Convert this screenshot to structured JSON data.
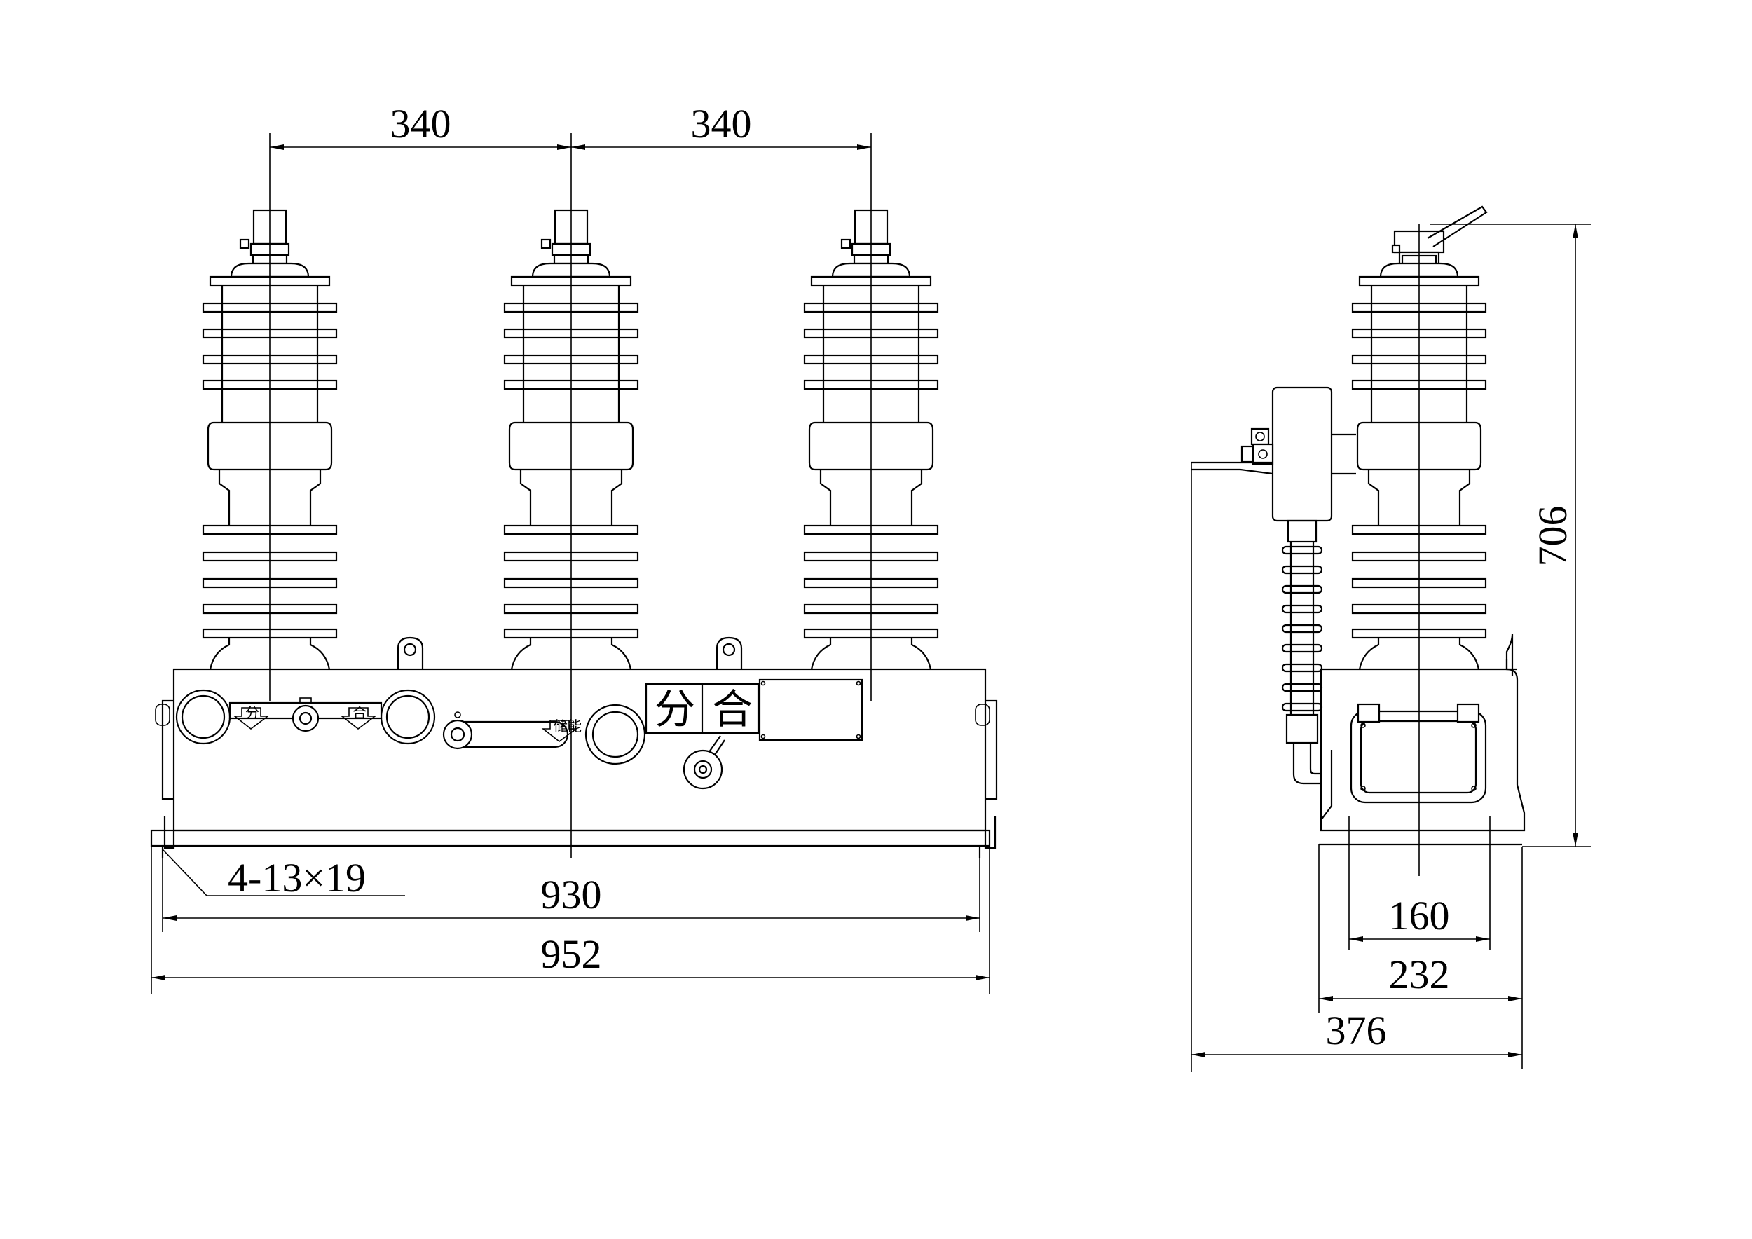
{
  "front_view": {
    "dim_spacing_left": "340",
    "dim_spacing_right": "340",
    "dim_hole_spec": "4-13×19",
    "dim_inner_width": "930",
    "dim_overall_width": "952",
    "indicator_open_left": "分",
    "indicator_close_left": "合",
    "indicator_charge": "储能",
    "panel_open": "分",
    "panel_close": "合"
  },
  "side_view": {
    "dim_height": "706",
    "dim_base_inner": "160",
    "dim_base_outer": "232",
    "dim_overall_depth": "376"
  },
  "colors": {
    "line": "#000000",
    "background": "#ffffff"
  }
}
